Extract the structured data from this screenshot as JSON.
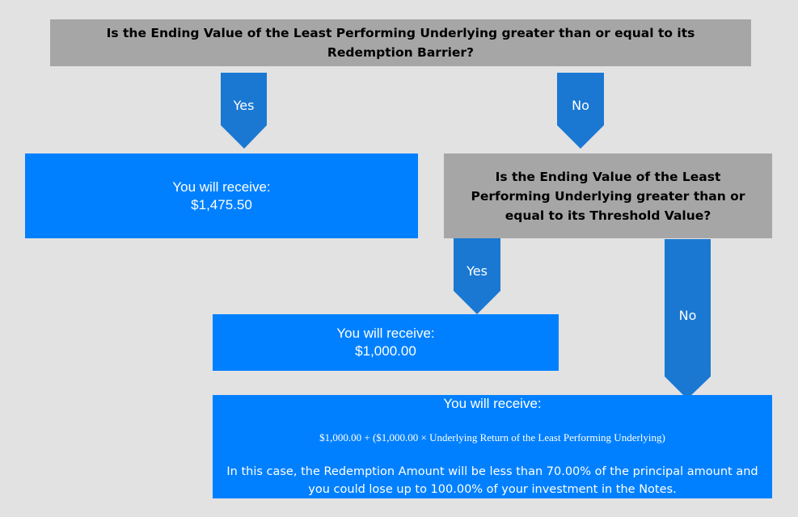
{
  "question_1": "Is the Ending Value of the Least Performing Underlying greater than or equal to its Redemption Barrier?",
  "question_2": "Is the Ending Value of the Least Performing Underlying greater than or equal to its Threshold Value?",
  "labels": {
    "yes": "Yes",
    "no": "No"
  },
  "result_1": {
    "line1": "You will receive:",
    "line2": "$1,475.50"
  },
  "result_2": {
    "line1": "You will receive:",
    "line2": "$1,000.00"
  },
  "result_3": {
    "line1": "You will receive:",
    "formula": "$1,000.00 + ($1,000.00 × Underlying Return of the Least Performing Underlying)",
    "note": "In this case, the Redemption Amount will be less than 70.00% of the principal amount and you could lose up to 100.00% of your investment in the Notes."
  },
  "colors": {
    "arrow": "#1a78d2",
    "result_box": "#0080ff",
    "question_box": "#a6a6a6",
    "background": "#e2e2e2"
  }
}
